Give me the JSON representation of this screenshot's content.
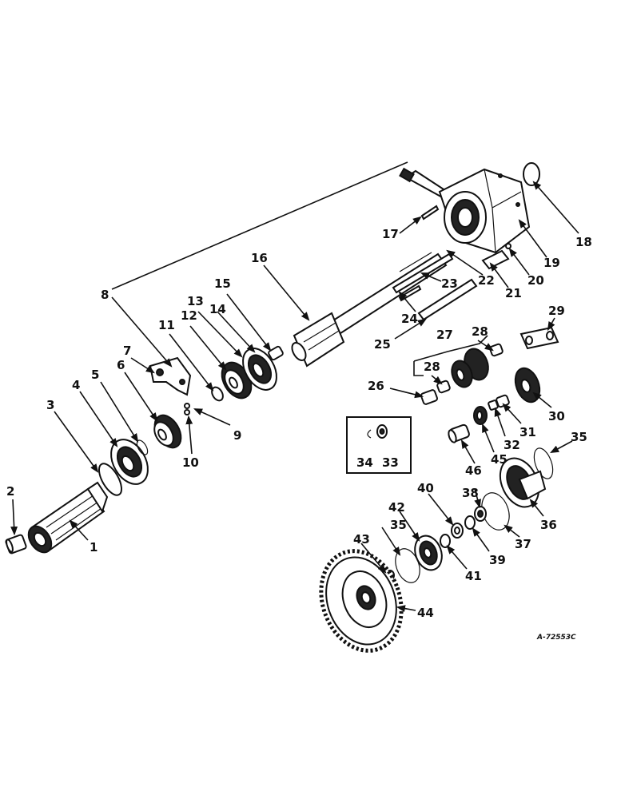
{
  "diagram": {
    "reference_code": "A-72553C",
    "callouts": [
      "1",
      "2",
      "3",
      "4",
      "5",
      "6",
      "7",
      "8",
      "9",
      "10",
      "11",
      "12",
      "13",
      "14",
      "15",
      "16",
      "17",
      "18",
      "19",
      "20",
      "21",
      "22",
      "23",
      "24",
      "25",
      "26",
      "27",
      "28",
      "28",
      "29",
      "30",
      "31",
      "32",
      "33",
      "34",
      "35",
      "35",
      "36",
      "37",
      "38",
      "39",
      "40",
      "41",
      "42",
      "43",
      "44",
      "45",
      "46"
    ]
  }
}
